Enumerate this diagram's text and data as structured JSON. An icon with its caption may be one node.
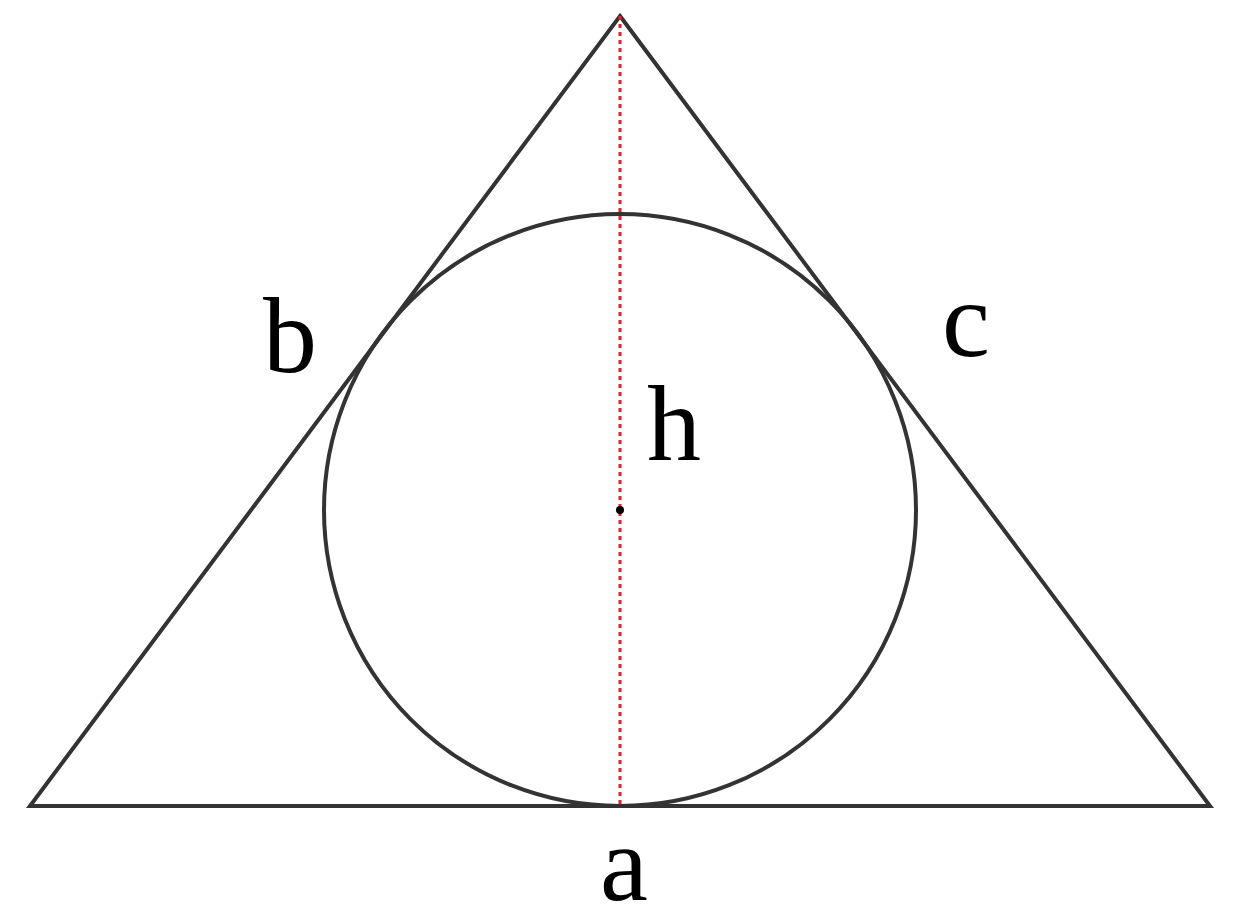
{
  "diagram": {
    "labels": [
      "b",
      "c",
      "h",
      "a"
    ]
  }
}
